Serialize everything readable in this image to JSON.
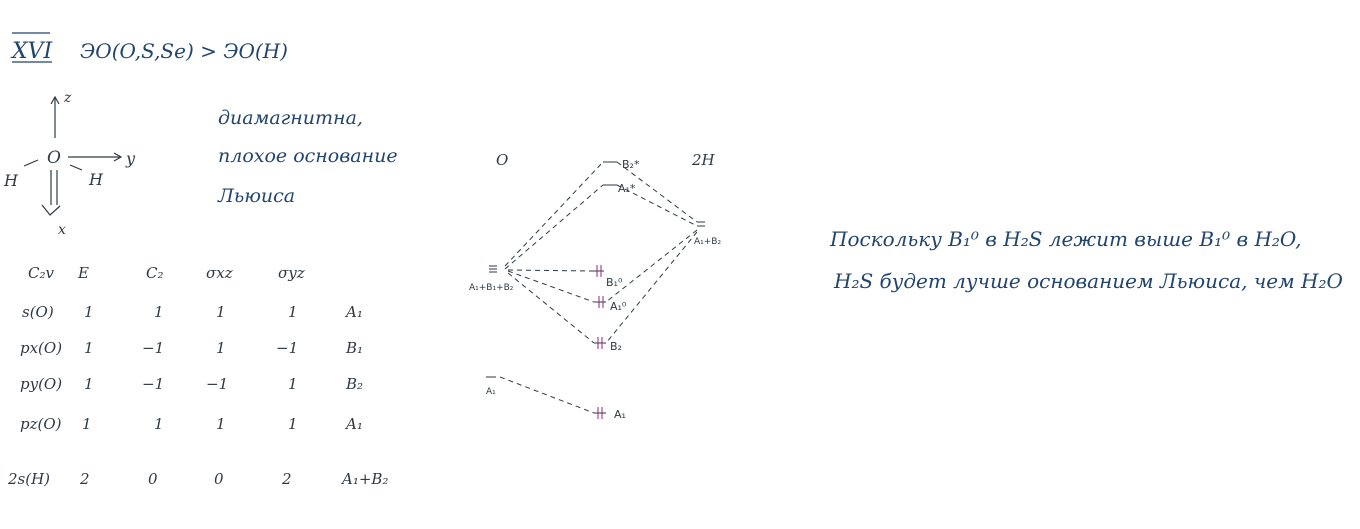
{
  "heading": {
    "section": "XVI",
    "relation": "ЭО(O,S,Se) > ЭО(H)"
  },
  "molecule": {
    "axis_z": "z",
    "axis_y": "y",
    "axis_x": "x",
    "center": "O",
    "left": "H",
    "right": "H"
  },
  "note_left": {
    "line1": "диамагнитна,",
    "line2": "плохое основание",
    "line3": "Льюиса"
  },
  "character_table": {
    "headers": [
      "C₂v",
      "E",
      "C₂",
      "σxz",
      "σyz",
      ""
    ],
    "rows": [
      {
        "label": "s(O)",
        "values": [
          "1",
          "1",
          "1",
          "1"
        ],
        "irrep": "A₁"
      },
      {
        "label": "px(O)",
        "values": [
          "1",
          "−1",
          "1",
          "−1"
        ],
        "irrep": "B₁"
      },
      {
        "label": "py(O)",
        "values": [
          "1",
          "−1",
          "−1",
          "1"
        ],
        "irrep": "B₂"
      },
      {
        "label": "pz(O)",
        "values": [
          "1",
          "1",
          "1",
          "1"
        ],
        "irrep": "A₁"
      },
      {
        "label": "2s(H)",
        "values": [
          "2",
          "0",
          "0",
          "2"
        ],
        "irrep": "A₁+B₂"
      }
    ]
  },
  "mo_diagram": {
    "left_label": "O",
    "right_label": "2H",
    "o_levels": {
      "upper": "A₁+B₁+B₂",
      "lower": "A₁"
    },
    "h_level": "A₁+B₂",
    "mo_levels": [
      "B₂*",
      "A₁*",
      "B₁⁰",
      "A₁⁰",
      "B₂",
      "A₁"
    ],
    "electron_color": "#8a2a7a",
    "line_color": "#2f3a44"
  },
  "note_right": {
    "line1": "Поскольку B₁⁰ в H₂S лежит выше B₁⁰ в H₂O,",
    "line2": "H₂S будет лучше основанием Льюиса, чем H₂O"
  },
  "colors": {
    "ink": "#2f3a44",
    "blue_ink": "#22456e"
  }
}
